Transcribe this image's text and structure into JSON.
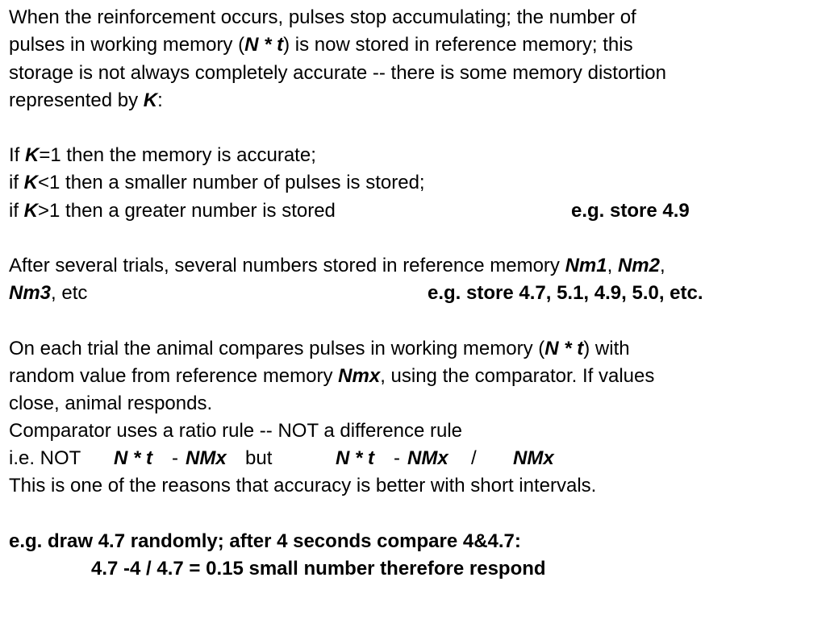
{
  "p1": {
    "l1": "When the reinforcement occurs, pulses stop accumulating; the number of",
    "l2_a": "pulses in working memory (",
    "l2_b": "N * t",
    "l2_c": ") is now stored in reference memory;  this",
    "l3": "storage is not always completely accurate -- there is some memory distortion",
    "l4_a": "represented by ",
    "l4_b": "K",
    "l4_c": ":"
  },
  "p2": {
    "l1_a": "If ",
    "l1_b": "K",
    "l1_c": "=1 then the memory is accurate;",
    "l2_a": "if ",
    "l2_b": "K",
    "l2_c": "<1 then a smaller number of pulses is stored;",
    "l3_a": "if ",
    "l3_b": "K",
    "l3_c": ">1 then a greater number is stored",
    "l3_example": "e.g. store 4.9"
  },
  "p3": {
    "l1_a": "After several trials, several numbers stored in reference memory ",
    "l1_b": "Nm1",
    "l1_c": ", ",
    "l1_d": "Nm2",
    "l1_e": ",",
    "l2_a": "Nm3",
    "l2_b": ", etc",
    "l2_example": "e.g. store 4.7, 5.1, 4.9, 5.0, etc."
  },
  "p4": {
    "l1_a": "On each trial the animal compares pulses in working memory (",
    "l1_b": "N * t",
    "l1_c": ") with",
    "l2_a": "random value from reference memory ",
    "l2_b": "Nmx",
    "l2_c": ", using the comparator.  If values",
    "l3": "close, animal responds.",
    "l4": "Comparator uses a ratio rule -- NOT a difference rule",
    "l5_a": "i.e. NOT",
    "l5_b": "N * t",
    "l5_c": "-",
    "l5_d": "NMx",
    "l5_e": "but",
    "l5_f": "N * t",
    "l5_g": "-",
    "l5_h": "NMx",
    "l5_i": "/",
    "l5_j": "NMx",
    "l6": "This is one of the reasons that accuracy is better with short intervals."
  },
  "p5": {
    "l1": "e.g. draw 4.7 randomly; after 4 seconds compare 4&4.7:",
    "l2": "4.7 -4 / 4.7 = 0.15   small number therefore respond"
  }
}
